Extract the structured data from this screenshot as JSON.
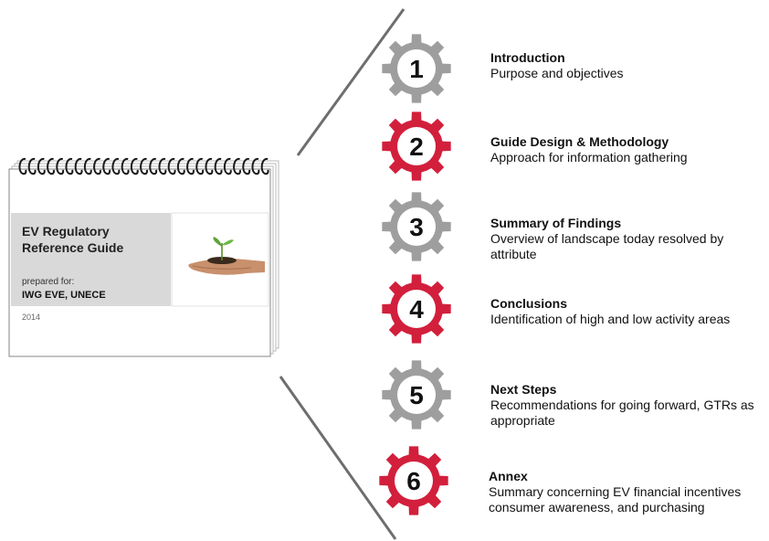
{
  "book": {
    "title": "EV Regulatory Reference Guide",
    "prepared_label": "prepared for:",
    "client": "IWG EVE, UNECE",
    "year": "2014",
    "image": "hand-holding-seedling"
  },
  "steps": [
    {
      "number": "1",
      "title": "Introduction",
      "description": "Purpose and objectives",
      "color": "#9e9e9e"
    },
    {
      "number": "2",
      "title": "Guide Design & Methodology",
      "description": "Approach for information gathering",
      "color": "#d21f3c"
    },
    {
      "number": "3",
      "title": "Summary of Findings",
      "description": "Overview of landscape today resolved by attribute",
      "color": "#9e9e9e"
    },
    {
      "number": "4",
      "title": "Conclusions",
      "description": "Identification of high and low activity areas",
      "color": "#d21f3c"
    },
    {
      "number": "5",
      "title": "Next Steps",
      "description": "Recommendations for going forward, GTRs as appropriate",
      "color": "#9e9e9e"
    },
    {
      "number": "6",
      "title": "Annex",
      "description": "Summary concerning EV financial incentives consumer awareness, and purchasing",
      "color": "#d21f3c"
    }
  ],
  "colors": {
    "gray": "#9e9e9e",
    "red": "#d21f3c",
    "connector": "#6e6e6e"
  }
}
